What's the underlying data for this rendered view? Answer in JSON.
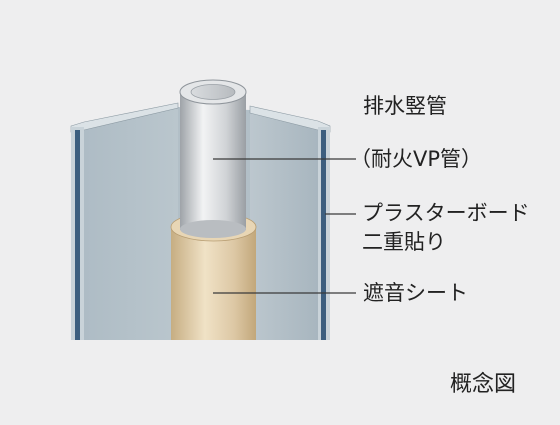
{
  "labels": {
    "drain_pipe": "排水竪管",
    "fireproof_vp": "（耐火VP管）",
    "plaster_board_1": "プラスターボード",
    "plaster_board_2": "二重貼り",
    "sound_sheet": "遮音シート",
    "concept": "概念図"
  },
  "colors": {
    "background": "#eeeeef",
    "wall_face": "#b4c1c9",
    "wall_back": "#a9b7c0",
    "wall_edge_blue": "#3d5f7f",
    "pipe_gray": "#c9cccf",
    "sheet_tan": "#d8c5a2",
    "leader_line": "#3a3a3a"
  }
}
